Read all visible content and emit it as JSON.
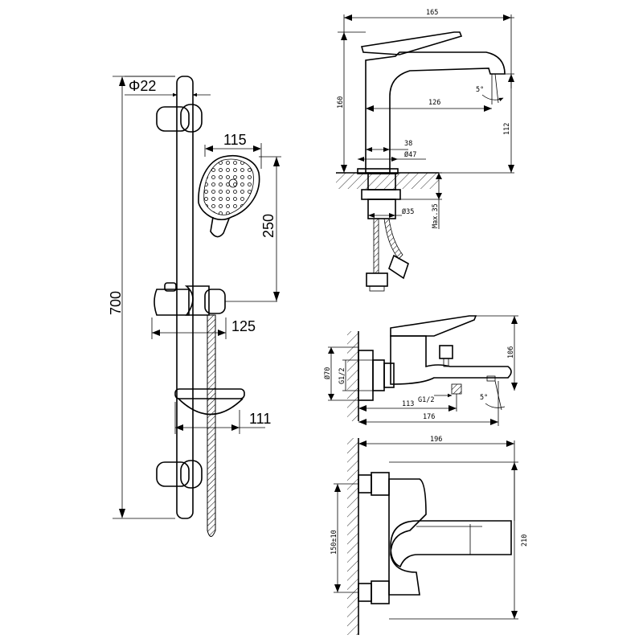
{
  "shower_rail": {
    "diameter": "Φ22",
    "height": "700",
    "head_width": "115",
    "head_length": "250",
    "bracket_reach": "125",
    "dish_reach": "111"
  },
  "basin_mixer": {
    "width": "165",
    "height": "160",
    "spout_reach": "126",
    "spout_height": "112",
    "angle": "5°",
    "base_offset": "38",
    "base_diameter": "Ø47",
    "hole_diameter": "Ø35",
    "max_thickness": "Max.35"
  },
  "bath_mixer_side": {
    "height": "106",
    "rosette": "Ø70",
    "thread_top": "G1/2",
    "thread_bottom": "G1/2",
    "offset": "113",
    "reach": "176",
    "angle": "5°"
  },
  "bath_mixer_front": {
    "width": "196",
    "centers": "150±10",
    "height": "210"
  }
}
